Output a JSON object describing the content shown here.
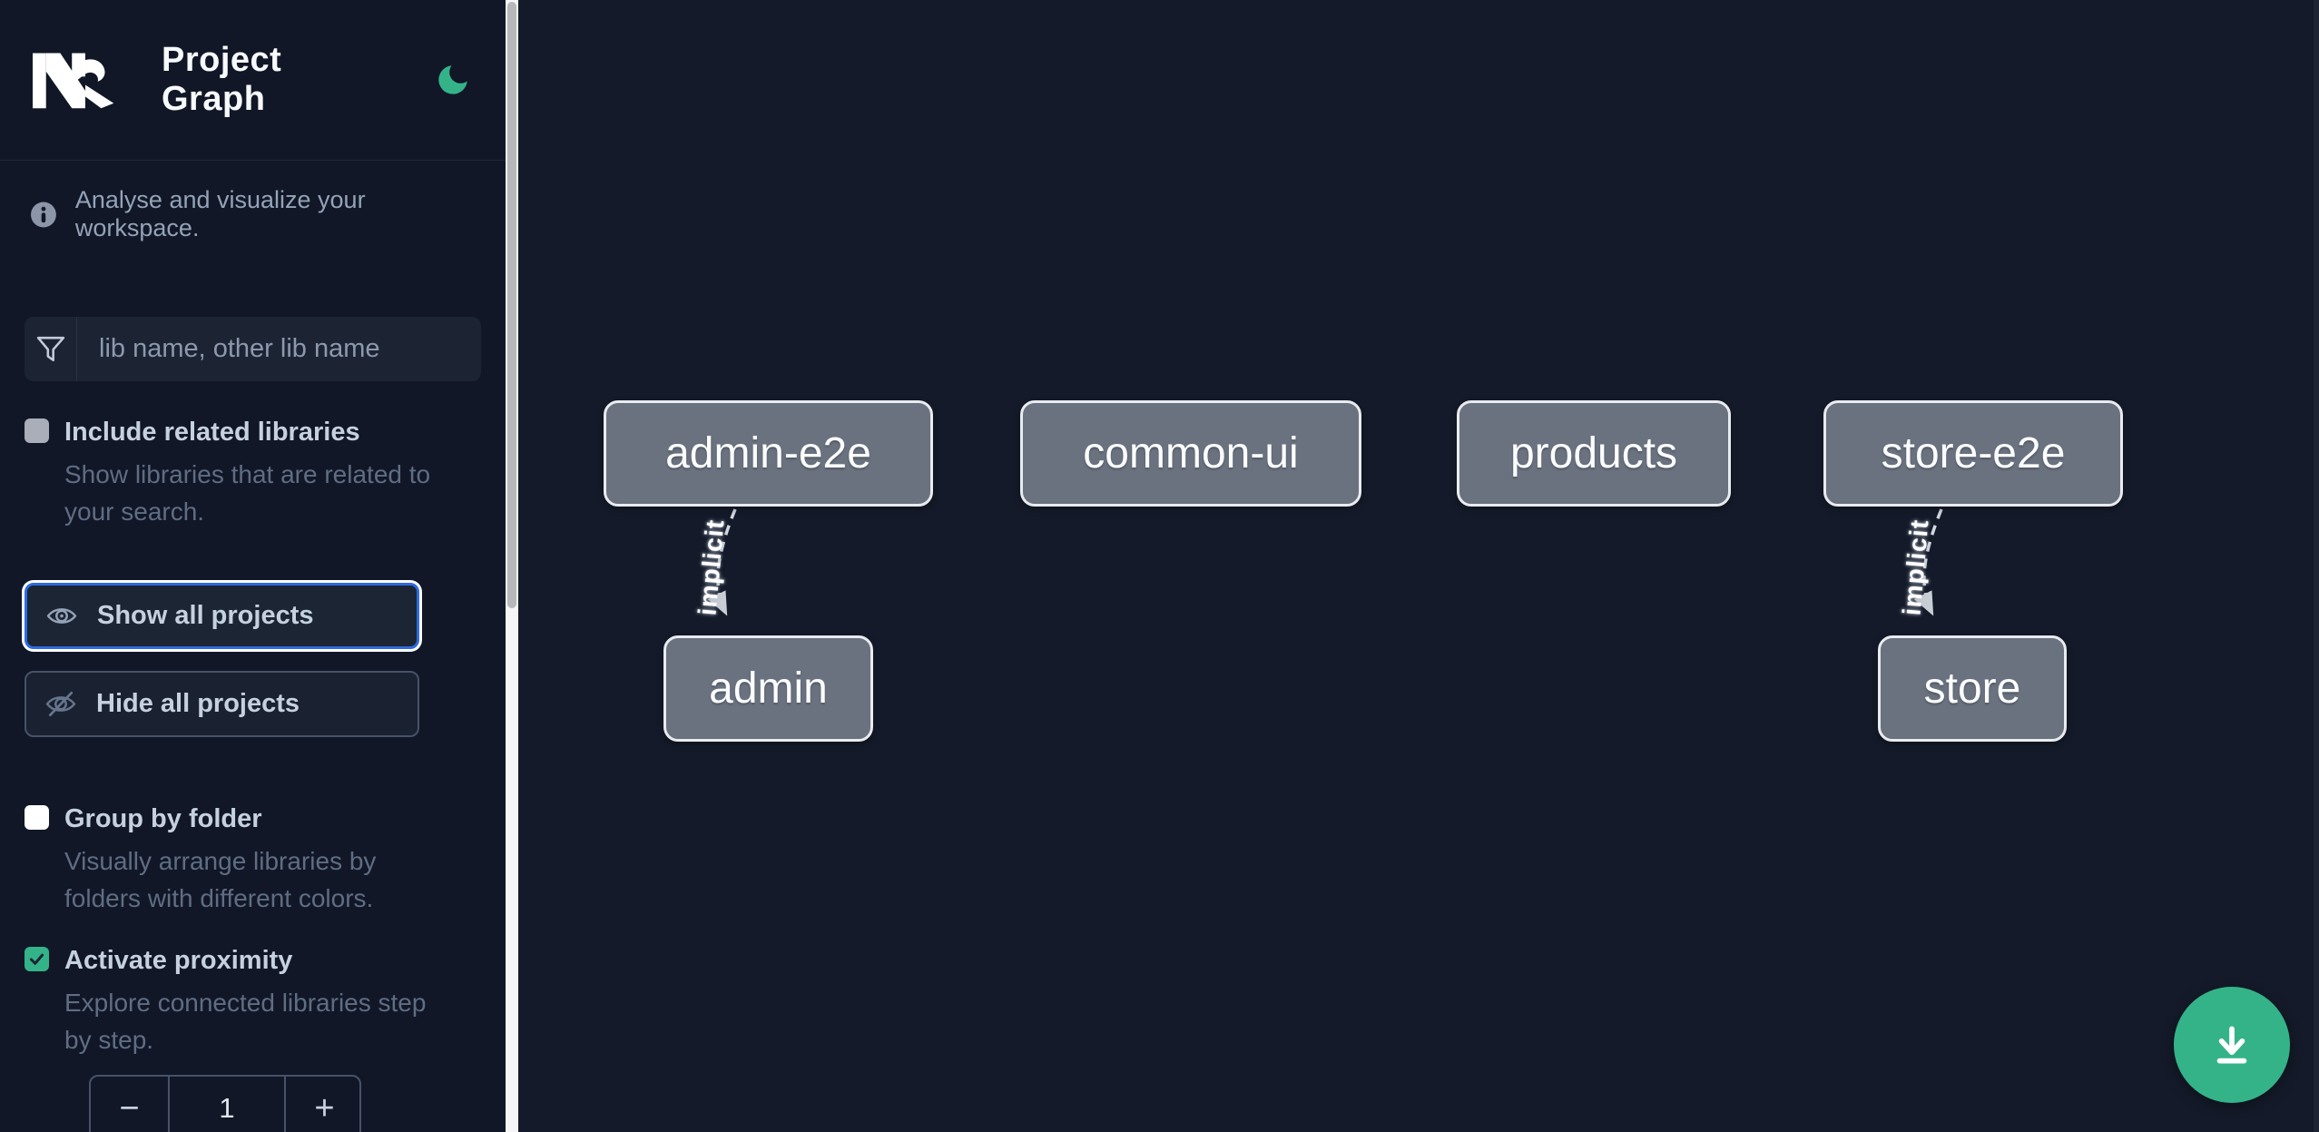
{
  "header": {
    "app": "Nx",
    "title": "Project Graph"
  },
  "intro": {
    "text": "Analyse and visualize your workspace."
  },
  "filter": {
    "placeholder": "lib name, other lib name",
    "value": ""
  },
  "toggles": {
    "include_related": {
      "label": "Include related libraries",
      "description": "Show libraries that are related to\nyour search.",
      "checked": false
    },
    "group_by_folder": {
      "label": "Group by folder",
      "description": "Visually arrange libraries by\nfolders with different colors.",
      "checked": false
    },
    "activate_proximity": {
      "label": "Activate proximity",
      "description": "Explore connected libraries step\nby step.",
      "checked": true
    }
  },
  "buttons": {
    "show_all": {
      "label": "Show all projects",
      "icon": "eye-icon",
      "focused": true
    },
    "hide_all": {
      "label": "Hide all projects",
      "icon": "eye-off-icon",
      "focused": false
    }
  },
  "proximity_stepper": {
    "decrement": "−",
    "value": "1",
    "increment": "+"
  },
  "graph": {
    "nodes": [
      {
        "id": "admin-e2e",
        "label": "admin-e2e"
      },
      {
        "id": "common-ui",
        "label": "common-ui"
      },
      {
        "id": "products",
        "label": "products"
      },
      {
        "id": "store-e2e",
        "label": "store-e2e"
      },
      {
        "id": "admin",
        "label": "admin"
      },
      {
        "id": "store",
        "label": "store"
      }
    ],
    "edges": [
      {
        "source": "admin-e2e",
        "target": "admin",
        "label": "implicit",
        "style": "dashed"
      },
      {
        "source": "store-e2e",
        "target": "store",
        "label": "implicit",
        "style": "dashed"
      }
    ]
  },
  "fab": {
    "icon": "download-icon"
  },
  "colors": {
    "accent_green": "#34b389",
    "focus_blue": "#2e6be0",
    "node_fill": "#6a7280",
    "node_border": "#e9ebee",
    "sidebar_bg": "#111726",
    "canvas_bg": "#141a29",
    "edge_gray": "#d2d6dd"
  }
}
